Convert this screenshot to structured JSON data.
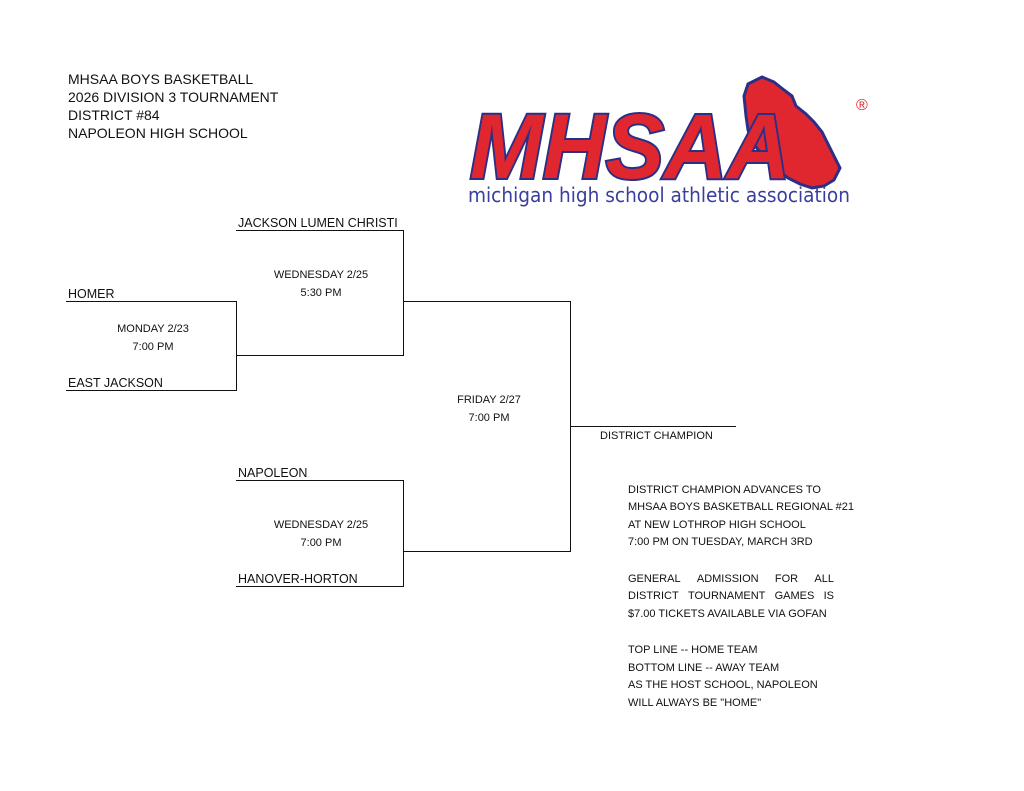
{
  "header": {
    "line1": "MHSAA BOYS BASKETBALL",
    "line2": "2026 DIVISION 3 TOURNAMENT",
    "line3": "DISTRICT #84",
    "line4": "NAPOLEON HIGH SCHOOL"
  },
  "logo": {
    "wordmark": "MHSAA",
    "registered": "®",
    "tagline": "michigan high school athletic association",
    "colors": {
      "red": "#e0262e",
      "blue": "#3a3f9c",
      "outline": "#2c2f86"
    }
  },
  "bracket": {
    "game1": {
      "top_team": "HOMER",
      "bottom_team": "EAST JACKSON",
      "day": "MONDAY 2/23",
      "time": "7:00 PM"
    },
    "game2": {
      "top_team": "JACKSON LUMEN CHRISTI",
      "day": "WEDNESDAY 2/25",
      "time": "5:30 PM"
    },
    "game3": {
      "top_team": "NAPOLEON",
      "bottom_team": "HANOVER-HORTON",
      "day": "WEDNESDAY 2/25",
      "time": "7:00 PM"
    },
    "final": {
      "day": "FRIDAY 2/27",
      "time": "7:00 PM",
      "winner_label": "DISTRICT CHAMPION"
    }
  },
  "notes": {
    "advance": [
      "DISTRICT CHAMPION ADVANCES TO",
      "MHSAA BOYS BASKETBALL REGIONAL #21",
      "AT NEW LOTHROP HIGH SCHOOL",
      "7:00 PM ON TUESDAY, MARCH 3RD"
    ],
    "admission_line1": [
      "GENERAL",
      "ADMISSION",
      "FOR",
      "ALL"
    ],
    "admission_line2": [
      "DISTRICT",
      "TOURNAMENT",
      "GAMES",
      "IS"
    ],
    "admission_line3": "$7.00 TICKETS AVAILABLE VIA GOFAN",
    "home_away": [
      "TOP LINE -- HOME TEAM",
      "BOTTOM LINE -- AWAY TEAM",
      "AS THE HOST SCHOOL, NAPOLEON",
      "WILL ALWAYS BE \"HOME\""
    ]
  }
}
